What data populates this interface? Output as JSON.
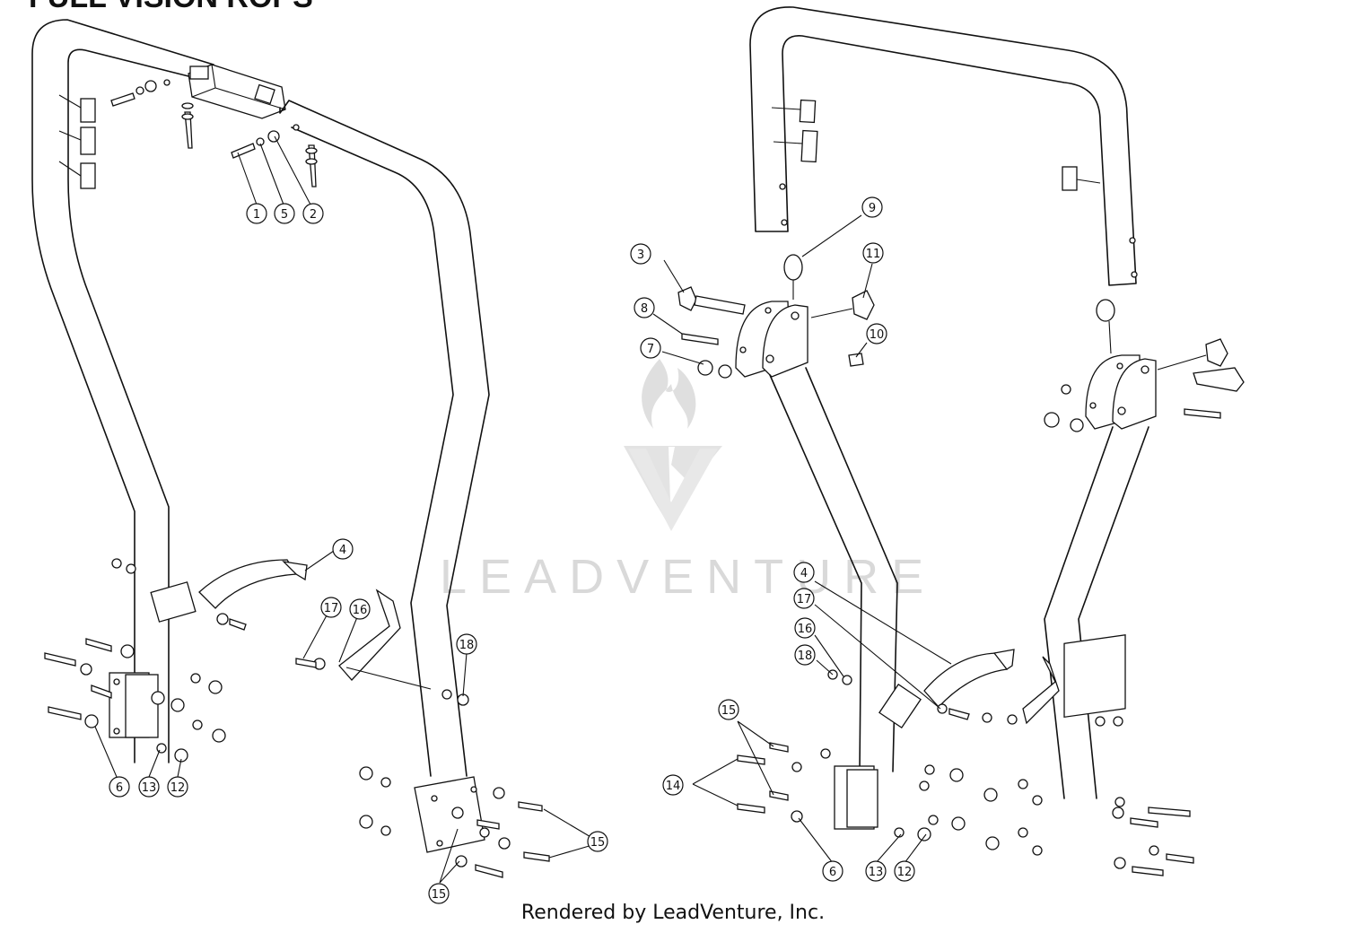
{
  "page": {
    "title": "FULL VISION ROPS",
    "footer": "Rendered by LeadVenture, Inc.",
    "watermark": "LEADVENTURE"
  },
  "callouts": [
    {
      "id": "c1a",
      "label": "1"
    },
    {
      "id": "c5a",
      "label": "5"
    },
    {
      "id": "c2a",
      "label": "2"
    },
    {
      "id": "c4a",
      "label": "4"
    },
    {
      "id": "c17a",
      "label": "17"
    },
    {
      "id": "c16a",
      "label": "16"
    },
    {
      "id": "c18a",
      "label": "18"
    },
    {
      "id": "c6a",
      "label": "6"
    },
    {
      "id": "c13a",
      "label": "13"
    },
    {
      "id": "c12a",
      "label": "12"
    },
    {
      "id": "c15a",
      "label": "15"
    },
    {
      "id": "c15b",
      "label": "15"
    },
    {
      "id": "c9",
      "label": "9"
    },
    {
      "id": "c3",
      "label": "3"
    },
    {
      "id": "c11",
      "label": "11"
    },
    {
      "id": "c8",
      "label": "8"
    },
    {
      "id": "c10",
      "label": "10"
    },
    {
      "id": "c7",
      "label": "7"
    },
    {
      "id": "c4b",
      "label": "4"
    },
    {
      "id": "c17b",
      "label": "17"
    },
    {
      "id": "c16b",
      "label": "16"
    },
    {
      "id": "c18b",
      "label": "18"
    },
    {
      "id": "c15c",
      "label": "15"
    },
    {
      "id": "c14",
      "label": "14"
    },
    {
      "id": "c6b",
      "label": "6"
    },
    {
      "id": "c13b",
      "label": "13"
    },
    {
      "id": "c12b",
      "label": "12"
    }
  ]
}
